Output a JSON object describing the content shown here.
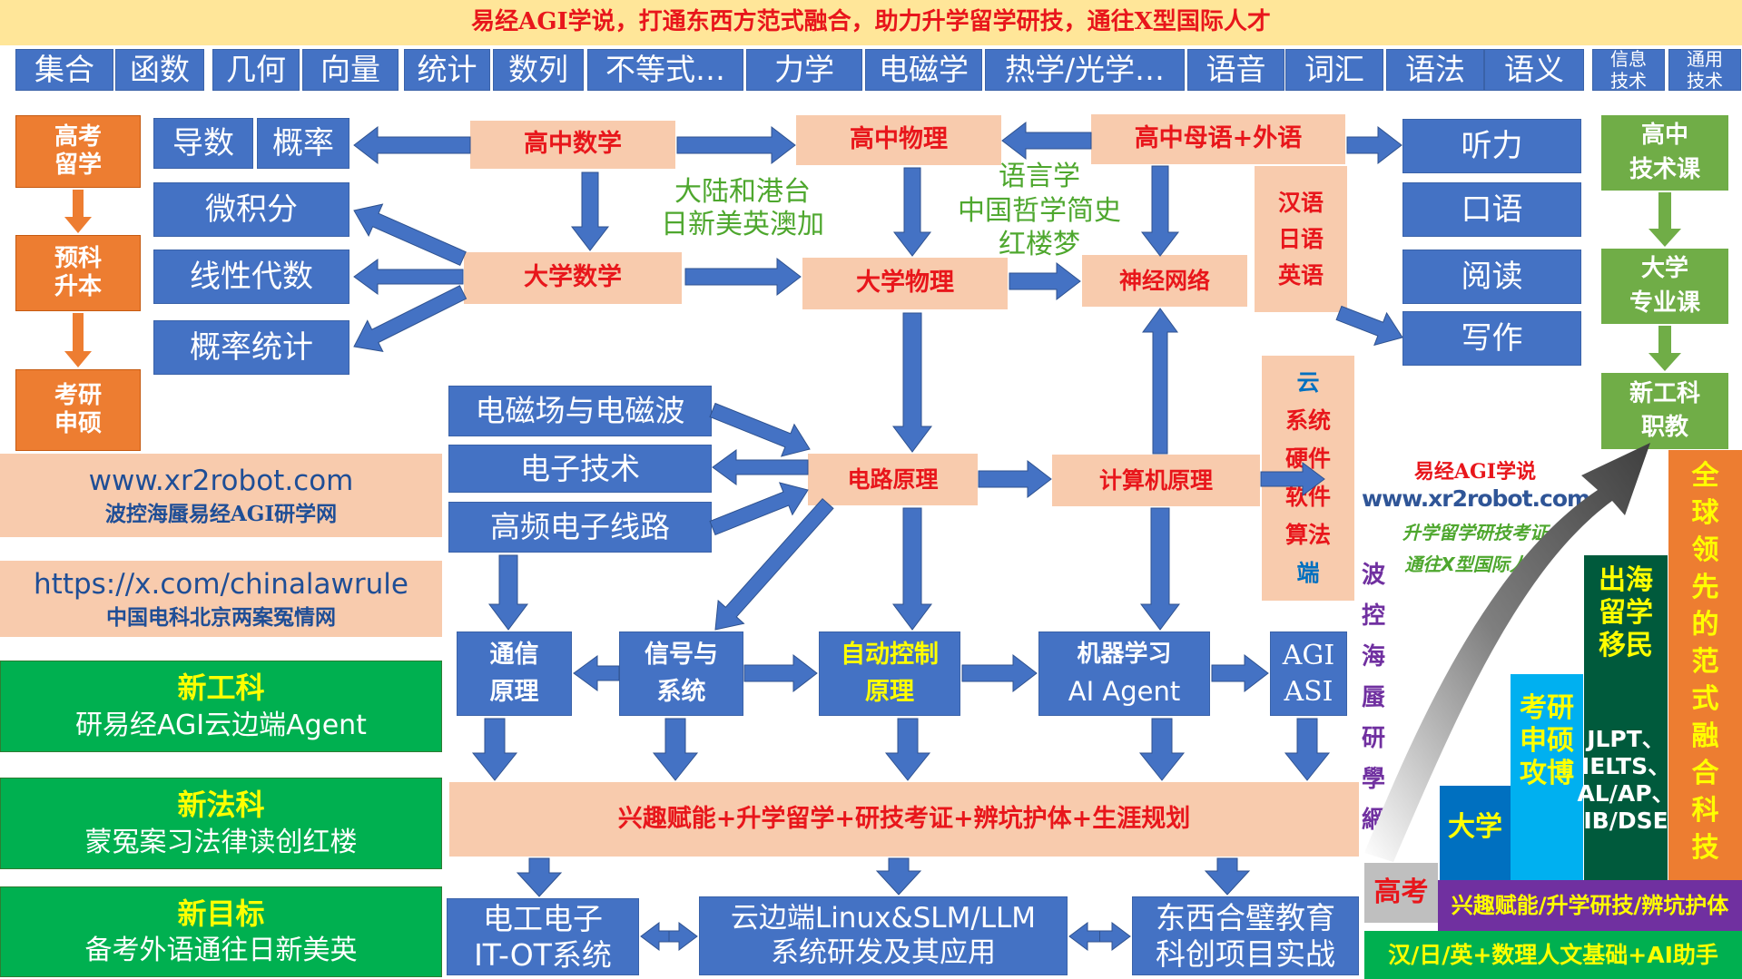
{
  "banner": {
    "text": "易经AGI学说，打通东西方范式融合，助力升学留学研技，通往X型国际人才"
  },
  "tabs": [
    "集合",
    "函数",
    "几何",
    "向量",
    "统计",
    "数列",
    "不等式…",
    "力学",
    "电磁学",
    "热学/光学…",
    "语音",
    "词汇",
    "语法",
    "语义"
  ],
  "tabs_small": [
    [
      "信息",
      "技术"
    ],
    [
      "通用",
      "技术"
    ]
  ],
  "left_path": [
    [
      "高考",
      "留学"
    ],
    [
      "预科",
      "升本"
    ],
    [
      "考研",
      "申硕"
    ]
  ],
  "math_sub": {
    "daoshu": "导数",
    "gailv": "概率",
    "weijifen": "微积分",
    "xianxing": "线性代数",
    "gailvtongji": "概率统计"
  },
  "center": {
    "gz_math": "高中数学",
    "gz_phys": "高中物理",
    "gz_lang": "高中母语+外语",
    "dx_math": "大学数学",
    "dx_phys": "大学物理",
    "nn": "神经网络",
    "circuit": "电路原理",
    "computer": "计算机原理",
    "hanyu": [
      "汉语",
      "日语",
      "英语"
    ],
    "cloud": [
      "云",
      "系统",
      "硬件",
      "软件",
      "算法",
      "端"
    ]
  },
  "green_notes": {
    "line1": "大陆和港台",
    "line2": "日新美英澳加",
    "line3": "语言学",
    "line4": "中国哲学简史",
    "line5": "红楼梦"
  },
  "elec": [
    "电磁场与电磁波",
    "电子技术",
    "高频电子线路"
  ],
  "lang_skills": [
    "听力",
    "口语",
    "阅读",
    "写作"
  ],
  "bottom_row": {
    "tongxin": [
      "通信",
      "原理"
    ],
    "xinhao": [
      "信号与",
      "系统"
    ],
    "zidong": [
      "自动控制",
      "原理"
    ],
    "ml": [
      "机器学习",
      "AI Agent"
    ],
    "agi": [
      "AGI",
      "ASI"
    ]
  },
  "band": "兴趣赋能+升学留学+研技考证+辨坑护体+生涯规划",
  "final": {
    "dg": [
      "电工电子",
      "IT-OT系统"
    ],
    "cloud": [
      "云边端Linux&SLM/LLM",
      "系统研发及其应用"
    ],
    "east": [
      "东西合璧教育",
      "科创项目实战"
    ]
  },
  "left_info": {
    "site1": "www.xr2robot.com",
    "site1_sub": "波控海蜃易经AGI研学网",
    "site2": "https://x.com/chinalawrule",
    "site2_sub": "中国电科北京两案冤情网",
    "g1_t": "新工科",
    "g1_s": "研易经AGI云边端Agent",
    "g2_t": "新法科",
    "g2_s": "蒙冤案习法律读创红楼",
    "g3_t": "新目标",
    "g3_s": "备考外语通往日新美英"
  },
  "right_col": [
    [
      "高中",
      "技术课"
    ],
    [
      "大学",
      "专业课"
    ],
    [
      "新工科",
      "职教"
    ]
  ],
  "promo": {
    "title": "易经AGI学说",
    "url": "www.xr2robot.com",
    "line1": "升学留学研技考证",
    "line2": "通往X型国际人才",
    "vertical": "波控海蜃研學網",
    "gaokao": "高考",
    "daxue": "大学",
    "kaoyan": [
      "考研",
      "申硕",
      "攻博"
    ],
    "chuhai": [
      "出海",
      "留学",
      "移民"
    ],
    "exams": [
      "JLPT、",
      "IELTS、",
      "AL/AP、",
      "IB/DSE"
    ],
    "orange_col": "全球领先的范式融合科技",
    "purple": "兴趣赋能/升学研技/辨坑护体",
    "green": "汉/日/英+数理人文基础+AI助手"
  }
}
